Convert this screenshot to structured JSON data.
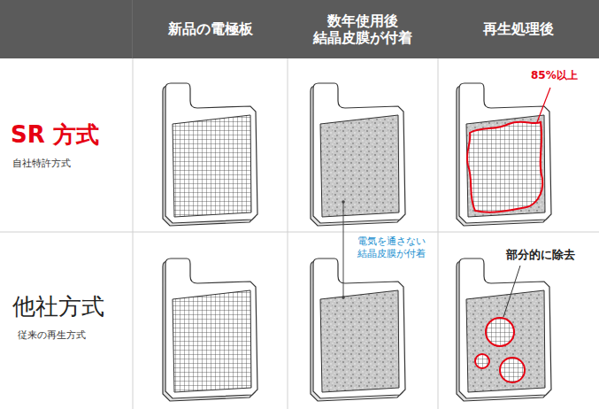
{
  "diagram": {
    "nodes": [
      {
        "text": [
          "新品の電極板"
        ]
      },
      {
        "text": [
          "数年使用後 結晶皮膜が付着"
        ]
      },
      {
        "text": [
          "再生処理後"
        ]
      }
    ],
    "labels": [
      "SR 方式",
      "自社特許方式",
      "他社方式",
      "従来の再生方式",
      "85%以上",
      "電気を通さない 結晶皮膜が付着",
      "部分的に除去"
    ]
  }
}
